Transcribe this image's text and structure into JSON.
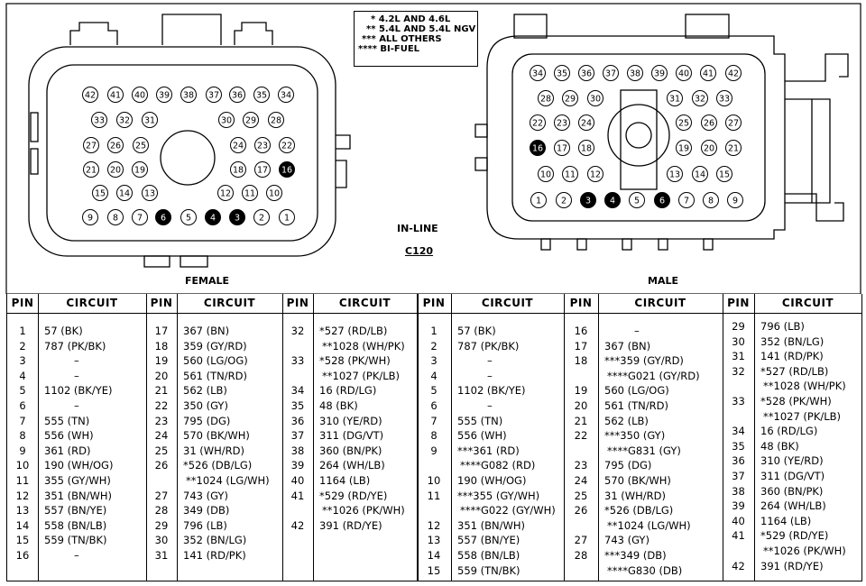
{
  "legend": [
    {
      "mark": "*",
      "text": "4.2L AND 4.6L"
    },
    {
      "mark": "**",
      "text": "5.4L AND 5.4L NGV"
    },
    {
      "mark": "***",
      "text": "ALL OTHERS"
    },
    {
      "mark": "****",
      "text": "BI-FUEL"
    }
  ],
  "connector_label": "IN-LINE",
  "connector_id": "C120",
  "female": {
    "label": "FEMALE",
    "rows": [
      {
        "pins": [
          "42",
          "41",
          "40",
          "39",
          "38",
          "37",
          "36",
          "35",
          "34"
        ],
        "filled": []
      },
      {
        "pins": [
          "33",
          "32",
          "31",
          "30",
          "29",
          "28"
        ],
        "filled": []
      },
      {
        "pins": [
          "27",
          "26",
          "25",
          "24",
          "23",
          "22"
        ],
        "filled": []
      },
      {
        "pins": [
          "21",
          "20",
          "19",
          "18",
          "17",
          "16"
        ],
        "filled": [
          "16"
        ]
      },
      {
        "pins": [
          "15",
          "14",
          "13",
          "12",
          "11",
          "10"
        ],
        "filled": []
      },
      {
        "pins": [
          "9",
          "8",
          "7",
          "6",
          "5",
          "4",
          "3",
          "2",
          "1"
        ],
        "filled": [
          "6",
          "4",
          "3"
        ]
      }
    ]
  },
  "male": {
    "label": "MALE",
    "rows": [
      {
        "pins": [
          "34",
          "35",
          "36",
          "37",
          "38",
          "39",
          "40",
          "41",
          "42"
        ],
        "filled": []
      },
      {
        "pins": [
          "28",
          "29",
          "30",
          "31",
          "32",
          "33"
        ],
        "filled": []
      },
      {
        "pins": [
          "22",
          "23",
          "24",
          "25",
          "26",
          "27"
        ],
        "filled": []
      },
      {
        "pins": [
          "16",
          "17",
          "18",
          "19",
          "20",
          "21"
        ],
        "filled": [
          "16"
        ]
      },
      {
        "pins": [
          "10",
          "11",
          "12",
          "13",
          "14",
          "15"
        ],
        "filled": []
      },
      {
        "pins": [
          "1",
          "2",
          "3",
          "4",
          "5",
          "6",
          "7",
          "8",
          "9"
        ],
        "filled": [
          "3",
          "4",
          "6"
        ]
      }
    ]
  },
  "table": {
    "pin_header": "PIN",
    "circuit_header": "CIRCUIT",
    "groups": [
      [
        {
          "pin": "1",
          "circuit": "57 (BK)"
        },
        {
          "pin": "2",
          "circuit": "787 (PK/BK)"
        },
        {
          "pin": "3",
          "circuit": "–"
        },
        {
          "pin": "4",
          "circuit": "–"
        },
        {
          "pin": "5",
          "circuit": "1102 (BK/YE)"
        },
        {
          "pin": "6",
          "circuit": "–"
        },
        {
          "pin": "7",
          "circuit": "555 (TN)"
        },
        {
          "pin": "8",
          "circuit": "556 (WH)"
        },
        {
          "pin": "9",
          "circuit": "361 (RD)"
        },
        {
          "pin": "10",
          "circuit": "190 (WH/OG)"
        },
        {
          "pin": "11",
          "circuit": "355 (GY/WH)"
        },
        {
          "pin": "12",
          "circuit": "351 (BN/WH)"
        },
        {
          "pin": "13",
          "circuit": "557 (BN/YE)"
        },
        {
          "pin": "14",
          "circuit": "558 (BN/LB)"
        },
        {
          "pin": "15",
          "circuit": "559 (TN/BK)"
        },
        {
          "pin": "16",
          "circuit": "–"
        }
      ],
      [
        {
          "pin": "17",
          "circuit": "367 (BN)"
        },
        {
          "pin": "18",
          "circuit": "359 (GY/RD)"
        },
        {
          "pin": "19",
          "circuit": "560 (LG/OG)"
        },
        {
          "pin": "20",
          "circuit": "561 (TN/RD)"
        },
        {
          "pin": "21",
          "circuit": "562 (LB)"
        },
        {
          "pin": "22",
          "circuit": "350 (GY)"
        },
        {
          "pin": "23",
          "circuit": "795 (DG)"
        },
        {
          "pin": "24",
          "circuit": "570 (BK/WH)"
        },
        {
          "pin": "25",
          "circuit": "31 (WH/RD)"
        },
        {
          "pin": "26",
          "circuit": "*526 (DB/LG)"
        },
        {
          "pin": "",
          "circuit": "**1024 (LG/WH)"
        },
        {
          "pin": "27",
          "circuit": "743 (GY)"
        },
        {
          "pin": "28",
          "circuit": "349 (DB)"
        },
        {
          "pin": "29",
          "circuit": "796 (LB)"
        },
        {
          "pin": "30",
          "circuit": "352 (BN/LG)"
        },
        {
          "pin": "31",
          "circuit": "141 (RD/PK)"
        }
      ],
      [
        {
          "pin": "32",
          "circuit": "*527 (RD/LB)"
        },
        {
          "pin": "",
          "circuit": "**1028 (WH/PK)"
        },
        {
          "pin": "33",
          "circuit": "*528 (PK/WH)"
        },
        {
          "pin": "",
          "circuit": "**1027 (PK/LB)"
        },
        {
          "pin": "34",
          "circuit": "16 (RD/LG)"
        },
        {
          "pin": "35",
          "circuit": "48 (BK)"
        },
        {
          "pin": "36",
          "circuit": "310 (YE/RD)"
        },
        {
          "pin": "37",
          "circuit": "311 (DG/VT)"
        },
        {
          "pin": "38",
          "circuit": "360 (BN/PK)"
        },
        {
          "pin": "39",
          "circuit": "264 (WH/LB)"
        },
        {
          "pin": "40",
          "circuit": "1164 (LB)"
        },
        {
          "pin": "41",
          "circuit": "*529 (RD/YE)"
        },
        {
          "pin": "",
          "circuit": "**1026 (PK/WH)"
        },
        {
          "pin": "42",
          "circuit": "391 (RD/YE)"
        }
      ],
      [
        {
          "pin": "1",
          "circuit": "57 (BK)"
        },
        {
          "pin": "2",
          "circuit": "787 (PK/BK)"
        },
        {
          "pin": "3",
          "circuit": "–"
        },
        {
          "pin": "4",
          "circuit": "–"
        },
        {
          "pin": "5",
          "circuit": "1102 (BK/YE)"
        },
        {
          "pin": "6",
          "circuit": "–"
        },
        {
          "pin": "7",
          "circuit": "555 (TN)"
        },
        {
          "pin": "8",
          "circuit": "556 (WH)"
        },
        {
          "pin": "9",
          "circuit": "***361 (RD)"
        },
        {
          "pin": "",
          "circuit": "****G082 (RD)"
        },
        {
          "pin": "10",
          "circuit": "190 (WH/OG)"
        },
        {
          "pin": "11",
          "circuit": "***355 (GY/WH)"
        },
        {
          "pin": "",
          "circuit": "****G022 (GY/WH)"
        },
        {
          "pin": "12",
          "circuit": "351 (BN/WH)"
        },
        {
          "pin": "13",
          "circuit": "557 (BN/YE)"
        },
        {
          "pin": "14",
          "circuit": "558 (BN/LB)"
        },
        {
          "pin": "15",
          "circuit": "559 (TN/BK)"
        }
      ],
      [
        {
          "pin": "16",
          "circuit": "–"
        },
        {
          "pin": "17",
          "circuit": "367 (BN)"
        },
        {
          "pin": "18",
          "circuit": "***359 (GY/RD)"
        },
        {
          "pin": "",
          "circuit": "****G021 (GY/RD)"
        },
        {
          "pin": "19",
          "circuit": "560 (LG/OG)"
        },
        {
          "pin": "20",
          "circuit": "561 (TN/RD)"
        },
        {
          "pin": "21",
          "circuit": "562 (LB)"
        },
        {
          "pin": "22",
          "circuit": "***350 (GY)"
        },
        {
          "pin": "",
          "circuit": "****G831 (GY)"
        },
        {
          "pin": "23",
          "circuit": "795 (DG)"
        },
        {
          "pin": "24",
          "circuit": "570 (BK/WH)"
        },
        {
          "pin": "25",
          "circuit": "31 (WH/RD)"
        },
        {
          "pin": "26",
          "circuit": "*526 (DB/LG)"
        },
        {
          "pin": "",
          "circuit": "**1024 (LG/WH)"
        },
        {
          "pin": "27",
          "circuit": "743 (GY)"
        },
        {
          "pin": "28",
          "circuit": "***349 (DB)"
        },
        {
          "pin": "",
          "circuit": "****G830 (DB)"
        }
      ],
      [
        {
          "pin": "29",
          "circuit": "796 (LB)"
        },
        {
          "pin": "30",
          "circuit": "352 (BN/LG)"
        },
        {
          "pin": "31",
          "circuit": "141 (RD/PK)"
        },
        {
          "pin": "32",
          "circuit": "*527 (RD/LB)"
        },
        {
          "pin": "",
          "circuit": "**1028 (WH/PK)"
        },
        {
          "pin": "33",
          "circuit": "*528 (PK/WH)"
        },
        {
          "pin": "",
          "circuit": "**1027 (PK/LB)"
        },
        {
          "pin": "34",
          "circuit": "16 (RD/LG)"
        },
        {
          "pin": "35",
          "circuit": "48 (BK)"
        },
        {
          "pin": "36",
          "circuit": "310 (YE/RD)"
        },
        {
          "pin": "37",
          "circuit": "311 (DG/VT)"
        },
        {
          "pin": "38",
          "circuit": "360 (BN/PK)"
        },
        {
          "pin": "39",
          "circuit": "264 (WH/LB)"
        },
        {
          "pin": "40",
          "circuit": "1164 (LB)"
        },
        {
          "pin": "41",
          "circuit": "*529 (RD/YE)"
        },
        {
          "pin": "",
          "circuit": "**1026 (PK/WH)"
        },
        {
          "pin": "42",
          "circuit": "391 (RD/YE)"
        }
      ]
    ]
  }
}
